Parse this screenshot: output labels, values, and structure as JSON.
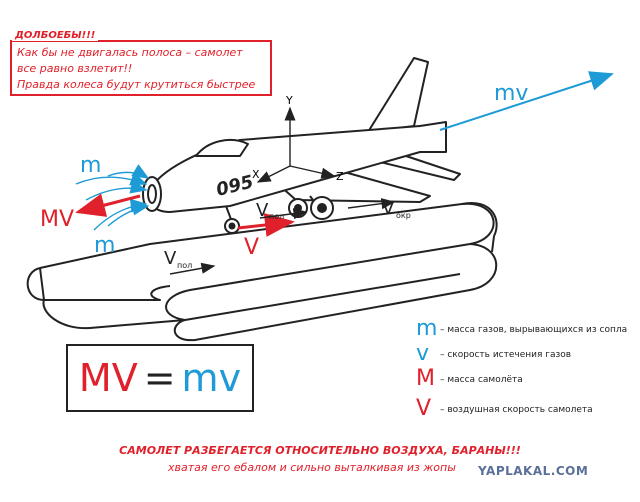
{
  "note": {
    "title": "ДОЛБОЕБЫ!!!",
    "lines": [
      "Как бы не двигалась полоса – самолет",
      "все равно взлетит!!",
      "Правда колеса будут крутиться быстрее"
    ]
  },
  "diagram": {
    "axis_y": "Y",
    "axis_x": "X",
    "axis_z": "Z",
    "plane_number": "095",
    "label_mv_top": "mv",
    "label_m_upper": "m",
    "label_m_lower": "m",
    "label_MV": "MV",
    "label_V": "V",
    "v_pol_1": "V",
    "v_pol_1_sub": "пол",
    "v_pol_2": "V",
    "v_pol_2_sub": "пол",
    "v_okr": "V",
    "v_okr_sub": "окр"
  },
  "formula": {
    "left": "MV",
    "eq": "=",
    "right": "mv"
  },
  "legend": [
    {
      "symbol": "m",
      "color": "#1e9bd7",
      "text": "– масса газов, вырывающихся из сопла"
    },
    {
      "symbol": "v",
      "color": "#1e9bd7",
      "text": "– скорость истечения газов"
    },
    {
      "symbol": "M",
      "color": "#e0202a",
      "text": "– масса самолёта"
    },
    {
      "symbol": "V",
      "color": "#e0202a",
      "text": "– воздушная скорость самолета"
    }
  ],
  "bottom": {
    "line1": "САМОЛЕТ РАЗБЕГАЕТСЯ ОТНОСИТЕЛЬНО ВОЗДУХА, БАРАНЫ!!!",
    "line2": "хватая его ебалом и сильно выталкивая из жопы"
  },
  "watermark": "YAPLAKAL.COM",
  "colors": {
    "red": "#e0202a",
    "blue": "#1e9bd7",
    "ink": "#222222"
  }
}
